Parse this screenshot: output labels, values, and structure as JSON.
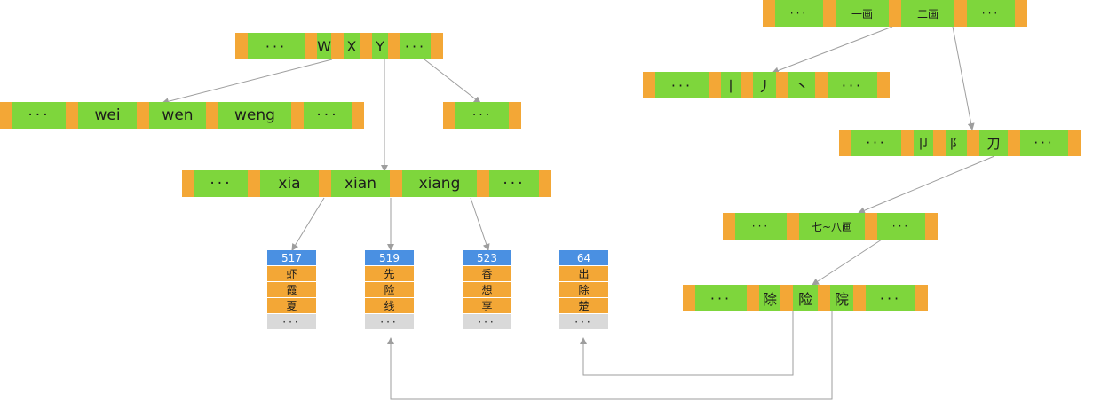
{
  "colors": {
    "cell": "#7ed63c",
    "separator": "#f3a736",
    "bucket_header": "#4a90e2",
    "bucket_item": "#f3a736",
    "bucket_more": "#d9d9d9",
    "edge": "#9e9e9e"
  },
  "pinyin_tree": {
    "root": [
      "···",
      "W",
      "X",
      "Y",
      "···"
    ],
    "w_node": [
      "···",
      "wei",
      "wen",
      "weng",
      "···"
    ],
    "y_node": [
      "···"
    ],
    "x_node": [
      "···",
      "xia",
      "xian",
      "xiang",
      "···"
    ]
  },
  "buckets": [
    {
      "id": "517",
      "chars": [
        "虾",
        "霞",
        "夏"
      ],
      "more": "···"
    },
    {
      "id": "519",
      "chars": [
        "先",
        "险",
        "线"
      ],
      "more": "···"
    },
    {
      "id": "523",
      "chars": [
        "香",
        "想",
        "享"
      ],
      "more": "···"
    },
    {
      "id": "64",
      "chars": [
        "出",
        "除",
        "楚"
      ],
      "more": "···"
    }
  ],
  "stroke_tree": {
    "root": [
      "···",
      "一画",
      "二画",
      "···"
    ],
    "strokes": [
      "···",
      "丨",
      "丿",
      "丶",
      "···"
    ],
    "radicals": [
      "···",
      "卩",
      "阝",
      "刀",
      "···"
    ],
    "counts": [
      "···",
      "七~八画",
      "···"
    ],
    "leaf": [
      "···",
      "除",
      "险",
      "院",
      "···"
    ]
  }
}
